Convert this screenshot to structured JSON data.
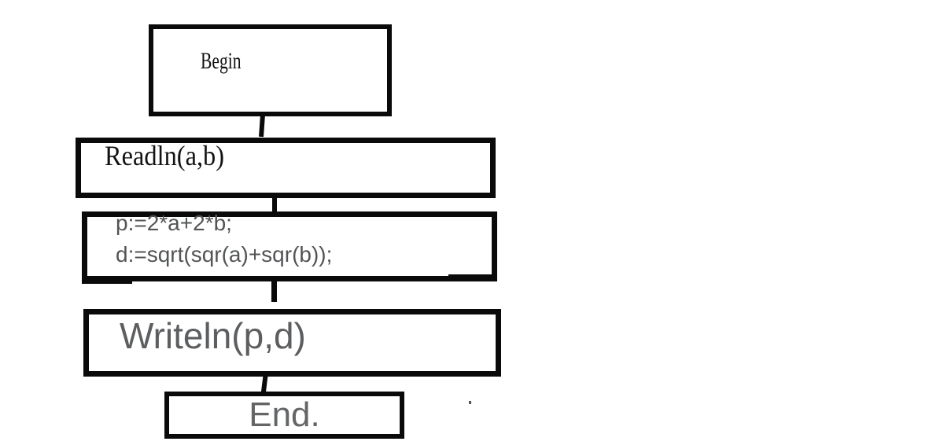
{
  "flowchart": {
    "begin": {
      "label": "Begin"
    },
    "readln": {
      "label": "Readln(a,b)"
    },
    "compute": {
      "line1": "p:=2*a+2*b;",
      "line2": "d:=sqrt(sqr(a)+sqr(b));"
    },
    "writeln": {
      "label": "Writeln(p,d)"
    },
    "end": {
      "label": "End."
    }
  },
  "colors": {
    "ink": "#0a0a0a",
    "serif_text": "#121212",
    "code_text": "#535456",
    "writeln_text": "#5d5e60",
    "end_text": "#646567",
    "speck": "#555555",
    "bg": "#ffffff"
  }
}
